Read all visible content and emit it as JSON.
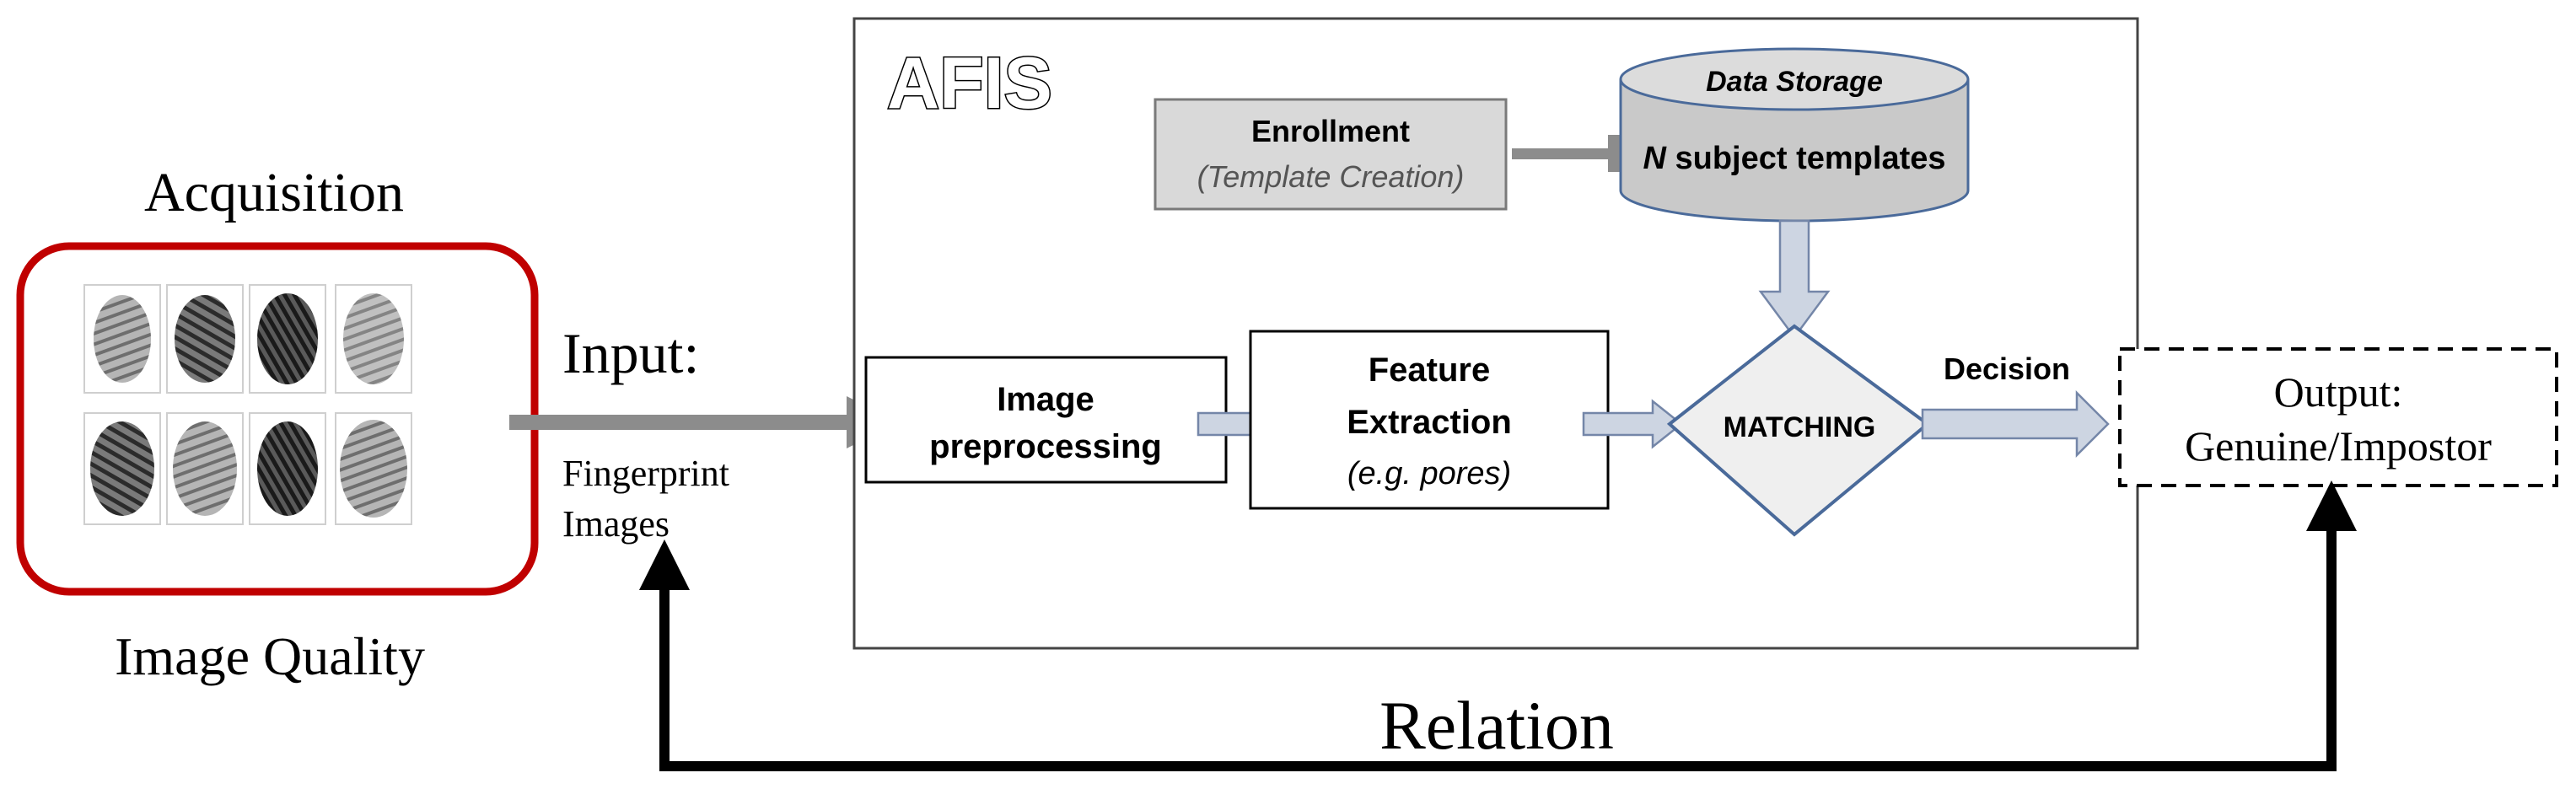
{
  "acquisition": {
    "title": "Acquisition",
    "subtitle": "Image Quality",
    "fingerprint_icon": "fingerprint-icon",
    "fingerprint_count": 8,
    "frame_color": "#c00000"
  },
  "input": {
    "label": "Input:",
    "sub_line_1": "Fingerprint",
    "sub_line_2": "Images"
  },
  "afis": {
    "title": "AFIS",
    "enrollment": {
      "title": "Enrollment",
      "subtitle": "(Template Creation)"
    },
    "storage": {
      "title": "Data Storage",
      "n": "N",
      "subtitle": "subject templates"
    },
    "preprocessing": {
      "line1": "Image",
      "line2": "preprocessing"
    },
    "feature": {
      "line1": "Feature",
      "line2": "Extraction",
      "line3": "(e.g. pores)"
    },
    "matching": "MATCHING",
    "decision": "Decision"
  },
  "output": {
    "line1": "Output:",
    "line2": "Genuine/Impostor"
  },
  "relation": {
    "label": "Relation"
  },
  "colors": {
    "acquisition_frame": "#c00000",
    "grey_box": "#d9d9d9",
    "storage_fill": "#c9c9c9",
    "storage_stroke": "#4a6a9a",
    "arrow_grey": "#8c8c8c",
    "arrow_light": "#cdd5e2",
    "arrow_outline": "#7486a8",
    "diamond_fill": "#efefef",
    "diamond_stroke": "#4a6a9a"
  }
}
